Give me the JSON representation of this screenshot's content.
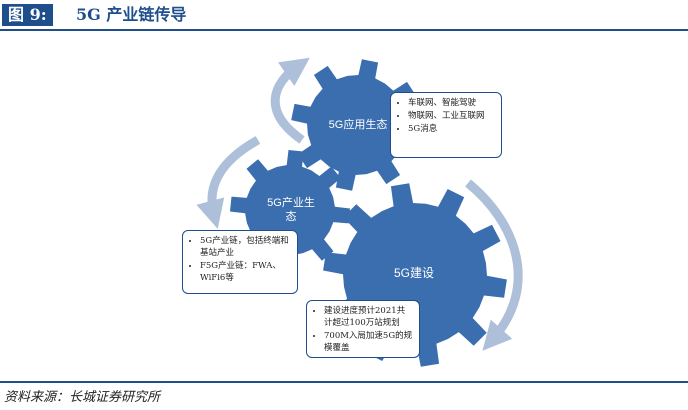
{
  "title": {
    "label": "图 9:",
    "text": "5G 产业链传导"
  },
  "gears": {
    "application": {
      "label": "5G应用生态"
    },
    "industry": {
      "label": "5G产业生\n态"
    },
    "construction": {
      "label": "5G建设"
    }
  },
  "callouts": {
    "application": {
      "items": [
        "车联网、智能驾驶",
        "物联网、工业互联网",
        "5G消息"
      ]
    },
    "industry": {
      "items": [
        "5G产业链，包括终端和基站产业",
        "F5G产业链：FWA、WiFi6等"
      ]
    },
    "construction": {
      "items": [
        "建设进度预计2021共计超过100万站规划",
        "700M入局加速5G的规模覆盖"
      ]
    }
  },
  "source": "资料来源：长城证券研究所",
  "colors": {
    "brand": "#1f4e8c",
    "gear": "#3b6eae",
    "arrow": "#aebfd9"
  }
}
